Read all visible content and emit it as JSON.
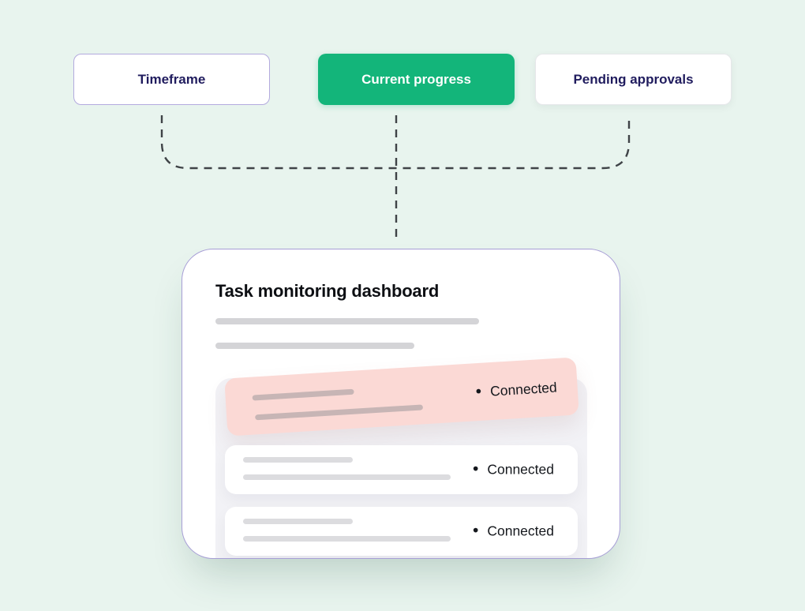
{
  "colors": {
    "page-bg": "#e8f4ee",
    "accent-green": "#13b57a",
    "chip-text-dark": "#201c5e",
    "chip-green-text": "#ffffff",
    "lavender-border": "#b3aade",
    "card-border": "#a79ed6",
    "connector": "#3f4347",
    "skeleton-gray": "#d4d4d7",
    "row-skeleton-gray": "#dcdcdf",
    "pink-bg": "#fbd9d5",
    "pink-skeleton": "#c7b5b5",
    "panel-bg": "#f2f2f6",
    "status-text": "#15181d"
  },
  "chips": [
    {
      "label": "Timeframe"
    },
    {
      "label": "Current progress"
    },
    {
      "label": "Pending approvals"
    }
  ],
  "dashboard": {
    "title": "Task monitoring dashboard",
    "rows": [
      {
        "bullet": "•",
        "status": "Connected",
        "highlighted": true
      },
      {
        "bullet": "•",
        "status": "Connected",
        "highlighted": false
      },
      {
        "bullet": "•",
        "status": "Connected",
        "highlighted": false
      }
    ]
  }
}
